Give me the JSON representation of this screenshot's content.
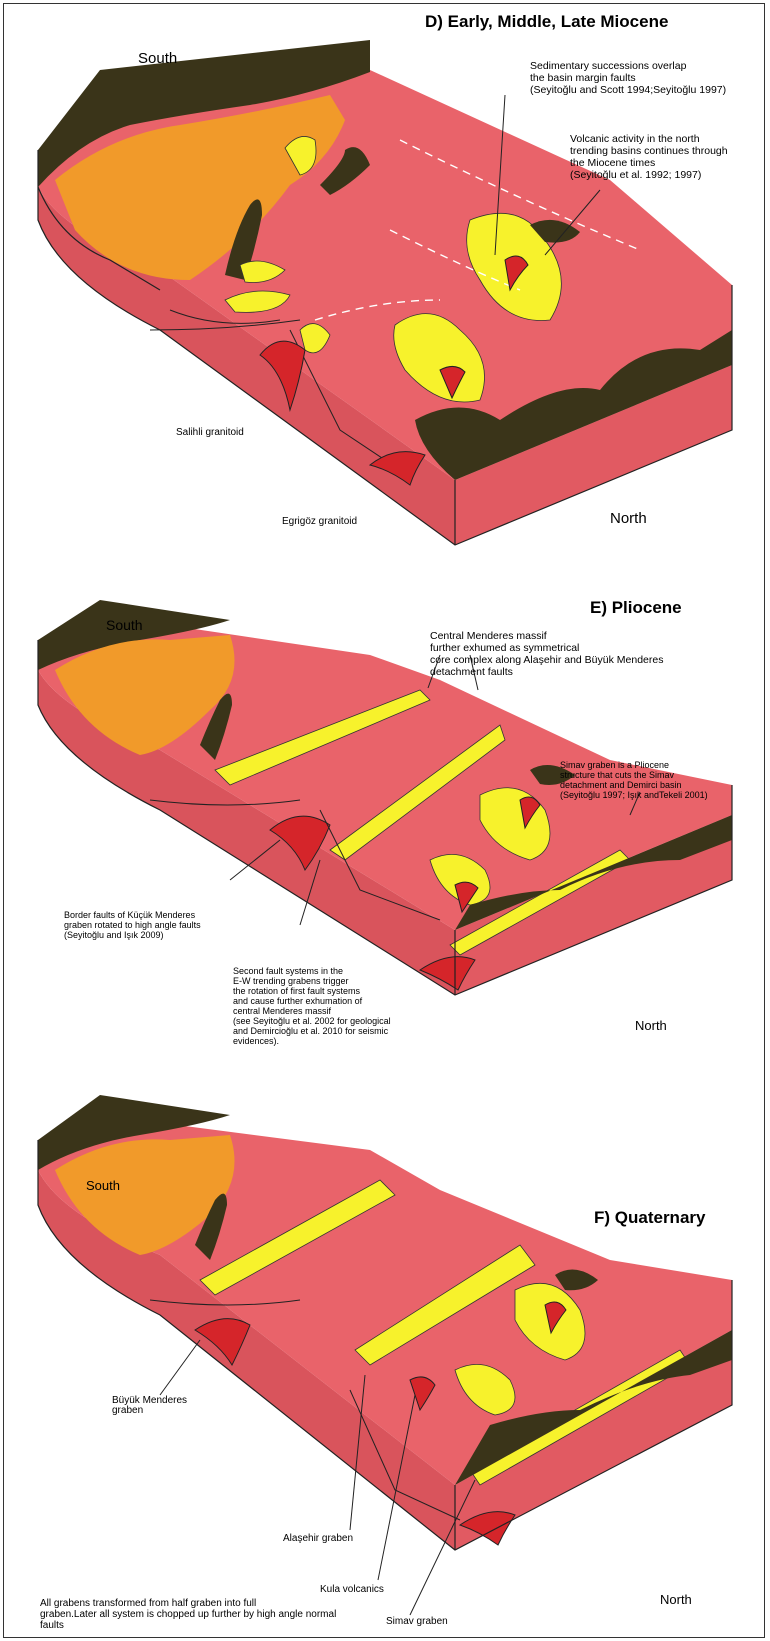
{
  "panels": [
    {
      "title": "D) Early, Middle, Late Miocene",
      "south": "South",
      "north": "North",
      "notes": [
        "Sedimentary successions overlap\nthe basin margin faults\n(Seyitoğlu and Scott 1994;Seyitoğlu 1997)",
        "Volcanic activity in the north\ntrending basins continues through\nthe Miocene times\n(Seyitoğlu et al. 1992; 1997)"
      ],
      "labels": [
        "Salihli granitoid",
        "Egrigöz granitoid"
      ]
    },
    {
      "title": "E) Pliocene",
      "south": "South",
      "north": "North",
      "notes": [
        "Central Menderes massif\nfurther exhumed as symmetrical\ncore complex along Alaşehir and Büyük Menderes\ndetachment faults",
        "Simav graben is a Pliocene\nstructure that cuts the Simav\ndetachment and Demirci basin\n(Seyitoğlu 1997; Işık andTekeli 2001)",
        "Border faults of Küçük Menderes\ngraben rotated to high angle faults\n(Seyitoğlu and Işık 2009)",
        "Second fault systems in the\nE-W trending grabens trigger\nthe rotation of first fault systems\nand cause further exhumation of\ncentral Menderes massif\n(see Seyitoğlu et al. 2002 for geological\nand Demircioğlu et al. 2010 for seismic\nevidences)."
      ]
    },
    {
      "title": "F) Quaternary",
      "south": "South",
      "north": "North",
      "labels": [
        "Büyük Menderes\ngraben",
        "Alaşehir graben",
        "Kula volcanics",
        "Simav graben"
      ],
      "caption": "All grabens transformed from half graben into full\ngraben.Later all system is chopped up further by high angle normal\nfaults"
    }
  ],
  "colors": {
    "basement": "#e9636a",
    "orange_unit": "#f19a2a",
    "dark_unit": "#3a3419",
    "sediment": "#f7f22c",
    "granitoid": "#d5252a"
  }
}
